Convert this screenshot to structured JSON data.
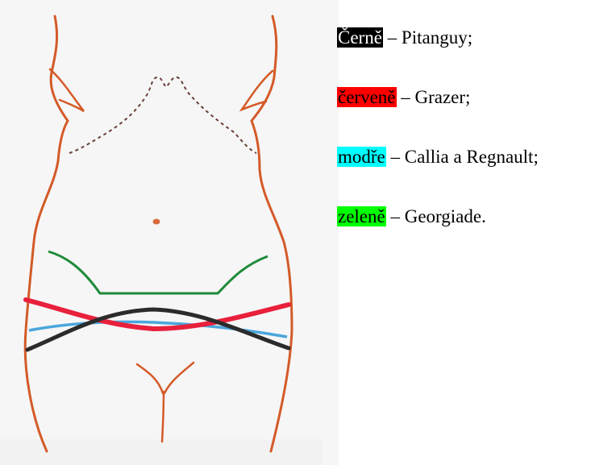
{
  "legend": {
    "items": [
      {
        "key": "Černě",
        "separator": " – ",
        "name": "Pitanguy;",
        "highlight": "#000000",
        "key_text_color": "#ffffff"
      },
      {
        "key": "červeně",
        "separator": " – ",
        "name": "Grazer;",
        "highlight": "#ff0000",
        "key_text_color": "#000000"
      },
      {
        "key": "modře",
        "separator": " – ",
        "name": "Callia a Regnault;",
        "highlight": "#00ffff",
        "key_text_color": "#000000"
      },
      {
        "key": "zeleně",
        "separator": " – ",
        "name": "Georgiade.",
        "highlight": "#00ff00",
        "key_text_color": "#000000"
      }
    ]
  },
  "colors": {
    "body_outline": "#d45a28",
    "pitanguy_line": "#2b2b2b",
    "grazer_line": "#e8203c",
    "callia_regnault_line": "#4aa6dc",
    "georgiade_line": "#1f8a3a",
    "costal_margin_dashed": "#6b3f3a"
  }
}
